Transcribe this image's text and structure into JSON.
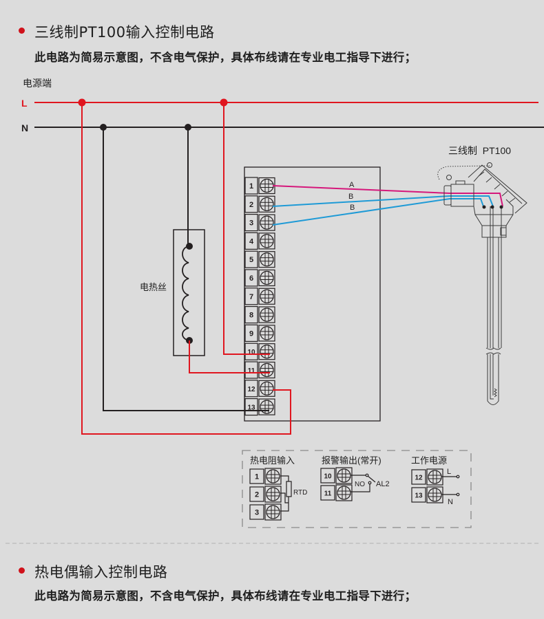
{
  "sections": [
    {
      "title": "三线制PT100输入控制电路",
      "note": "此电路为简易示意图，不含电气保护，具体布线请在专业电工指导下进行；"
    },
    {
      "title": "热电偶输入控制电路",
      "note": "此电路为简易示意图，不含电气保护，具体布线请在专业电工指导下进行；"
    }
  ],
  "diagram": {
    "power_label": "电源端",
    "line_L": "L",
    "line_N": "N",
    "heater_label": "电热丝",
    "sensor_label": "三线制  PT100",
    "wire_labels": [
      "A",
      "B",
      "B"
    ],
    "terminals": [
      "1",
      "2",
      "3",
      "4",
      "5",
      "6",
      "7",
      "8",
      "9",
      "10",
      "11",
      "12",
      "13"
    ],
    "colors": {
      "live": "#e0161f",
      "neutral": "#231f20",
      "wire_a": "#d5177b",
      "wire_b": "#1e9ad6",
      "background": "#dcdcdc",
      "bullet": "#d0121b"
    },
    "legend": {
      "rtd": {
        "title": "热电阻输入",
        "terminals": [
          "1",
          "2",
          "3"
        ],
        "component": "RTD"
      },
      "alarm": {
        "title": "报警输出(常开)",
        "terminals": [
          "10",
          "11"
        ],
        "contact": "NO",
        "output": "AL2"
      },
      "power": {
        "title": "工作电源",
        "terminals": [
          "12",
          "13"
        ],
        "line_L": "L",
        "line_N": "N"
      }
    }
  }
}
